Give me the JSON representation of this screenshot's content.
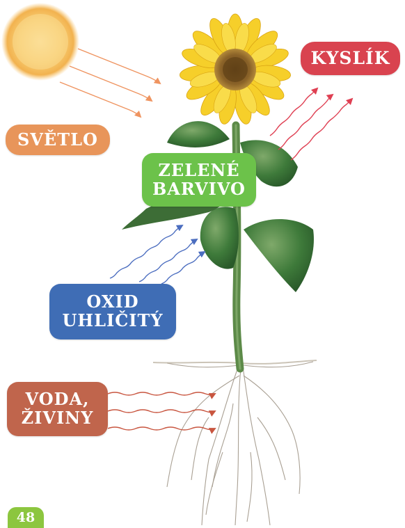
{
  "labels": {
    "light": "SVĚTLO",
    "oxygen": "KYSLÍK",
    "chlorophyll_line1": "ZELENÉ",
    "chlorophyll_line2": "BARVIVO",
    "co2_line1": "OXID",
    "co2_line2": "UHLIČITÝ",
    "water_line1": "VODA,",
    "water_line2": "ŽIVINY"
  },
  "page_number": "48",
  "colors": {
    "light": "#e8955a",
    "oxygen": "#d9434f",
    "chlorophyll": "#6cc24a",
    "co2": "#3f6db5",
    "water": "#c0654c",
    "page_number": "#8cc63f",
    "light_arrows": "#ef9460",
    "oxygen_arrows": "#df3f52",
    "co2_arrows": "#4b6dbf",
    "water_arrows": "#c8553f"
  },
  "icons": [
    "sun-icon",
    "sunflower-plant-icon"
  ]
}
